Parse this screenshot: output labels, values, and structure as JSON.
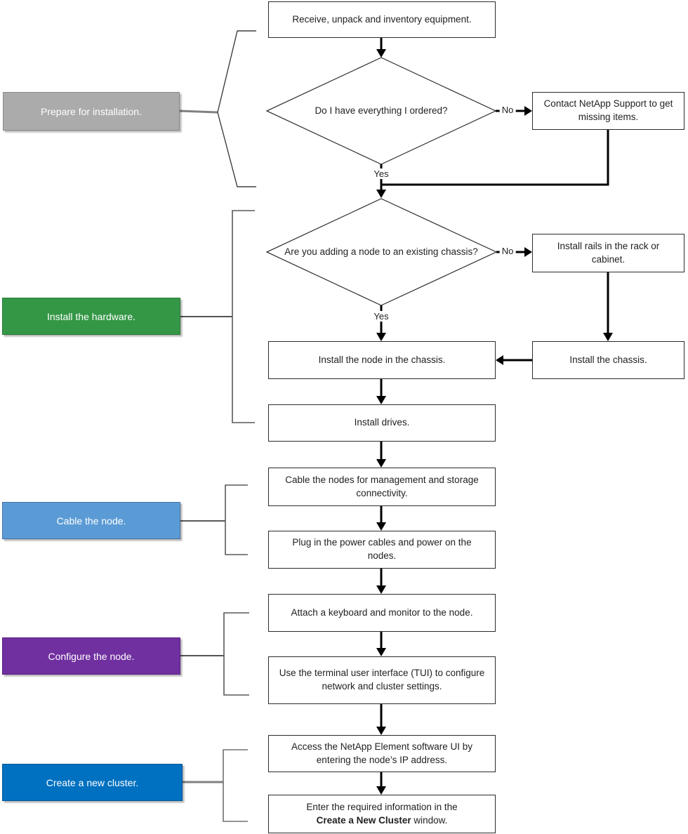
{
  "diagram": {
    "phases": [
      {
        "label": "Prepare for installation.",
        "color": "#ABABAB"
      },
      {
        "label": "Install the hardware.",
        "color": "#349746"
      },
      {
        "label": "Cable the node.",
        "color": "#5B9BD5"
      },
      {
        "label": "Configure the node.",
        "color": "#7030A0"
      },
      {
        "label": "Create a new cluster.",
        "color": "#0070C0"
      }
    ],
    "flow": {
      "receive": "Receive, unpack and inventory equipment.",
      "decision1": "Do I have everything I ordered?",
      "contact": "Contact NetApp Support to get missing items.",
      "decision2": "Are you adding a node to an existing chassis?",
      "rails": "Install rails in the rack or cabinet.",
      "chassis": "Install the chassis.",
      "node": "Install the node in the chassis.",
      "drives": "Install drives.",
      "cable": "Cable the nodes for management and storage connectivity.",
      "plug": "Plug in the power cables and power on the nodes.",
      "attach": "Attach a keyboard and monitor to the node.",
      "tui": "Use the terminal user interface (TUI) to configure network and cluster settings.",
      "access": "Access the NetApp Element software UI by entering the node’s IP address.",
      "enter": {
        "line1": "Enter the required information in the",
        "bold": "Create a New Cluster",
        "rest": " window."
      }
    },
    "branch_labels": {
      "yes": "Yes",
      "no": "No"
    },
    "line_colors": {
      "arrow": "#000000",
      "bracket": "#595959",
      "connector_gray": "#808080"
    }
  }
}
